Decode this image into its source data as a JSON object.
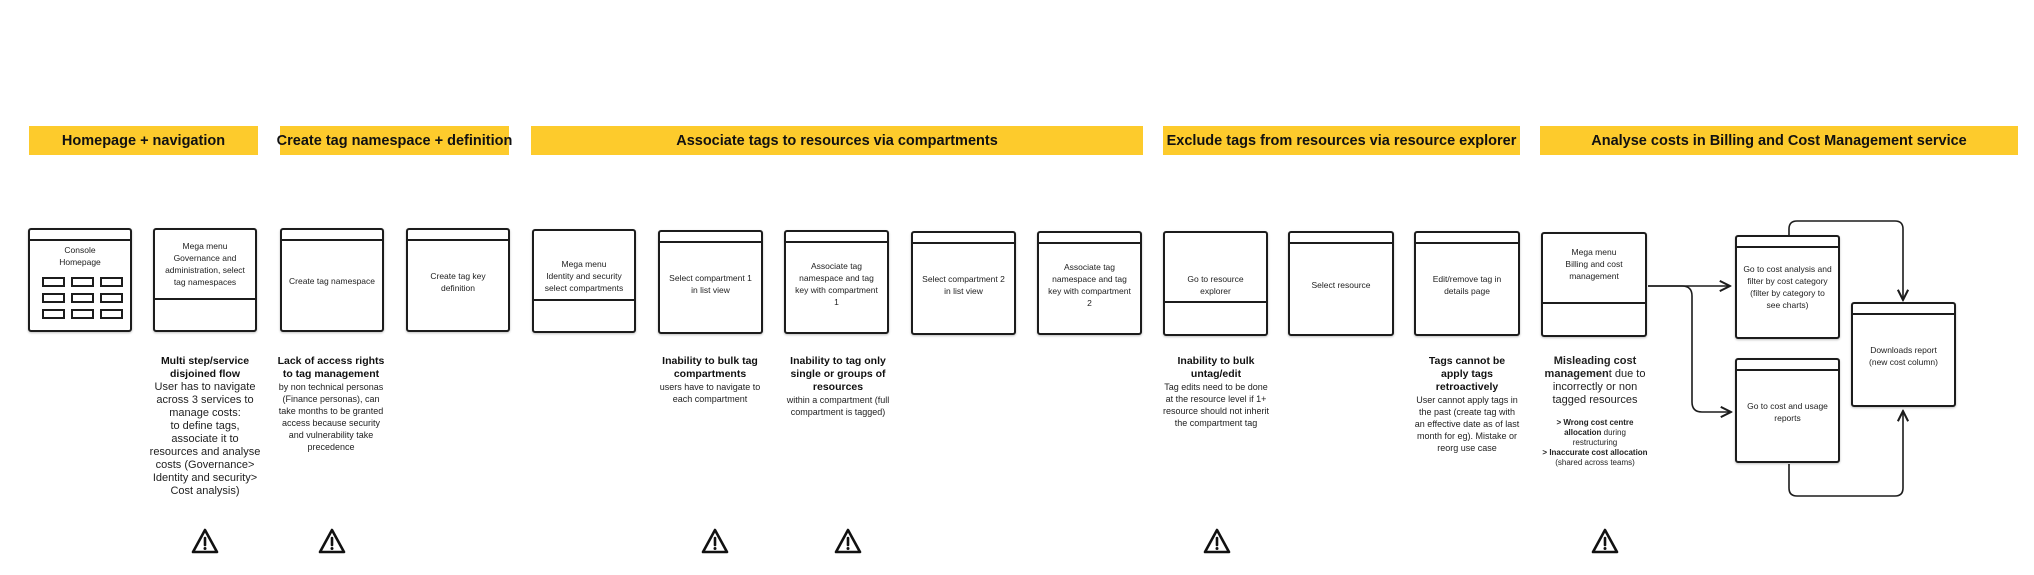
{
  "phases": [
    "Homepage + navigation",
    "Create tag namespace + definition",
    "Associate tags to resources via compartments",
    "Exclude tags from resources via resource explorer",
    "Analyse costs in Billing and Cost Management service"
  ],
  "screens": {
    "console_homepage": "Console\nHomepage",
    "mega_menu_governance": "Mega menu\nGovernance and\nadministration, select\ntag namespaces",
    "create_tag_namespace": "Create tag namespace",
    "create_tag_key": "Create tag key\ndefinition",
    "mega_menu_identity": "Mega menu\nIdentity and security\nselect compartments",
    "select_compartment_1": "Select compartment 1\nin list view",
    "associate_tag_1": "Associate tag\nnamespace and tag\nkey with compartment\n1",
    "select_compartment_2": "Select compartment 2\nin list view",
    "associate_tag_2": "Associate tag\nnamespace and tag\nkey with compartment\n2",
    "go_to_resource_explorer": "Go to resource\nexplorer",
    "select_resource": "Select resource",
    "edit_remove_tag": "Edit/remove tag in\ndetails page",
    "mega_menu_billing": "Mega menu\nBilling and cost\nmanagement",
    "cost_analysis": "Go to cost analysis and\nfilter by cost category\n(filter by category to\nsee charts)",
    "cost_usage_reports": "Go to cost and usage\nreports",
    "download_report": "Downloads report\n(new cost column)"
  },
  "pain_points": {
    "p1": {
      "title": "Multi step/service\ndisjoined flow",
      "body": "User has to navigate\nacross 3 services to\nmanage costs:\nto define tags,\nassociate it to\nresources and analyse\ncosts (Governance>\nIdentity and security>\nCost analysis)"
    },
    "p2": {
      "title": "Lack of access rights\nto tag management",
      "body": "by non technical personas\n(Finance personas), can\ntake months to be granted\naccess because security\nand vulnerability take\nprecedence"
    },
    "p3": {
      "title": "Inability to bulk tag\ncompartments",
      "body": "users have to navigate to\neach compartment"
    },
    "p4": {
      "title": "Inability to tag only\nsingle or groups of\nresources",
      "body": "within a compartment (full\ncompartment is tagged)"
    },
    "p5": {
      "title": "Inability to bulk\nuntag/edit",
      "body": "Tag edits need to be done\nat the resource level if 1+\nresource should not inherit\nthe compartment tag"
    },
    "p6": {
      "title": "Tags cannot be\napply tags\nretroactively",
      "body": "User cannot apply tags in\nthe past (create tag with\nan effective date as of last\nmonth for eg). Mistake or\nreorg use case"
    },
    "p7": {
      "title_bold": "Misleading cost\nmanagemen",
      "title_rest": "t due to\nincorrectly or non\ntagged resources",
      "b1_bold": "> Wrong cost centre\nallocation",
      "b1_rest": " during\nrestructuring",
      "b2_bold": "> Inaccurate cost allocation",
      "b2_rest": "\n(shared across teams)"
    }
  },
  "colors": {
    "phase": "#fdcb2c",
    "stroke": "#1c1c1c"
  },
  "icons": [
    "warning-icon"
  ]
}
